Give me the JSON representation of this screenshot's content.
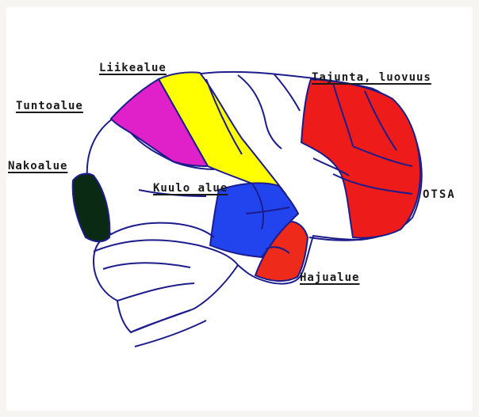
{
  "labels": {
    "liike": "Liikealue",
    "tunto": "Tuntoalue",
    "tajunta": "Tajunta, luovuus",
    "nako": "Nakoalue",
    "kuulo": "Kuulo alue",
    "otsa": "OTSA",
    "haju": "Hajualue"
  },
  "colors": {
    "motor": "#ffff00",
    "sensory": "#e020c8",
    "frontal": "#ee1b1b",
    "visual": "#0b2a14",
    "auditory": "#2244ee",
    "olfactory": "#ee2b1b",
    "outline": "#1c1c8c"
  }
}
